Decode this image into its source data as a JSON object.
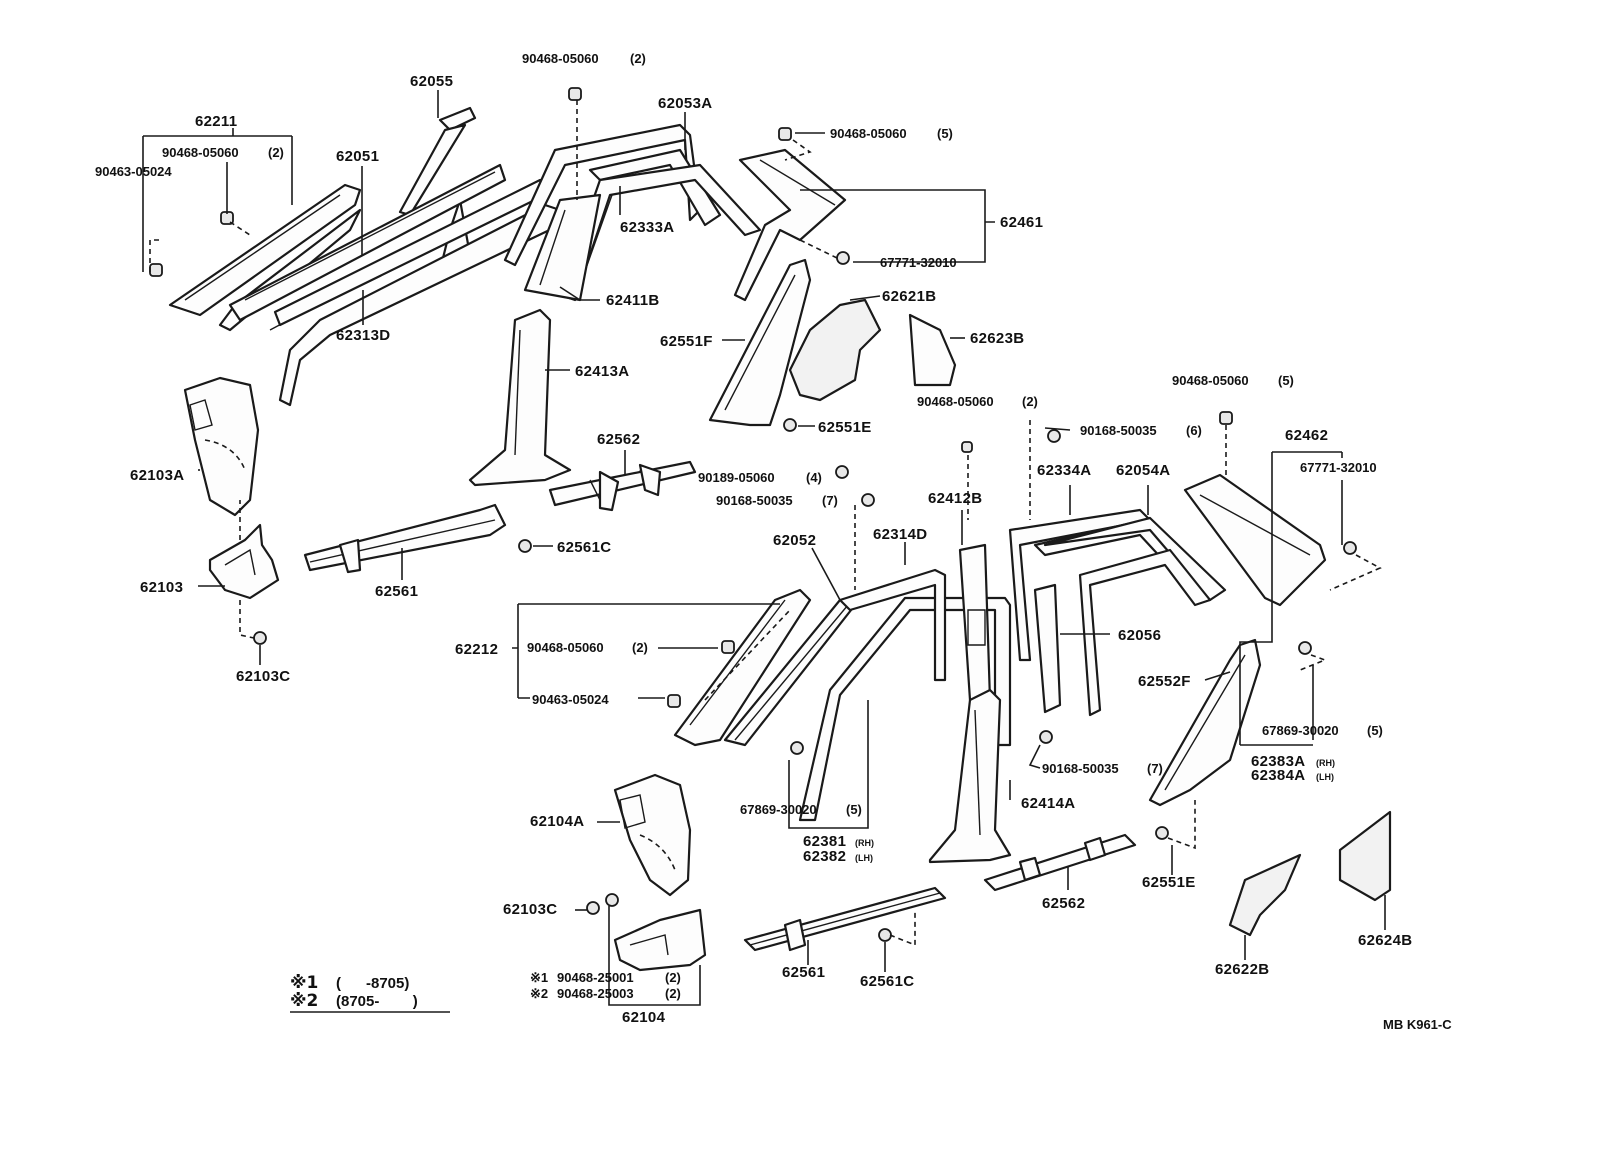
{
  "drawing_code": "MB K961-C",
  "labels": {
    "p62055": "62055",
    "p90468_top": "90468-05060",
    "p90468_top_qty": "(2)",
    "p62053A": "62053A",
    "p62211": "62211",
    "p90468_left": "90468-05060",
    "p90468_left_qty": "(2)",
    "p90463_left": "90463-05024",
    "p62051": "62051",
    "p62313D": "62313D",
    "p62333A": "62333A",
    "p62411B": "62411B",
    "p90468_right5": "90468-05060",
    "p90468_right5_qty": "(5)",
    "p62461": "62461",
    "p67771_a": "67771-32010",
    "p62621B": "62621B",
    "p62623B": "62623B",
    "p62551F": "62551F",
    "p62413A": "62413A",
    "p62551E_a": "62551E",
    "p62103A": "62103A",
    "p62562_a": "62562",
    "p90189": "90189-05060",
    "p90189_qty": "(4)",
    "p90168_a": "90168-50035",
    "p90168_a_qty": "(7)",
    "p62561C_a": "62561C",
    "p62103": "62103",
    "p62561_a": "62561",
    "p62103C_a": "62103C",
    "p90468_mid2": "90468-05060",
    "p90468_mid2_qty": "(2)",
    "p90168_b": "90168-50035",
    "p90168_b_qty": "(6)",
    "p90468_far5": "90468-05060",
    "p90468_far5_qty": "(5)",
    "p62334A": "62334A",
    "p62054A": "62054A",
    "p62462": "62462",
    "p67771_b": "67771-32010",
    "p62412B": "62412B",
    "p62052": "62052",
    "p62314D": "62314D",
    "p62212": "62212",
    "p90468_212": "90468-05060",
    "p90468_212_qty": "(2)",
    "p90463_212": "90463-05024",
    "p62056": "62056",
    "p62552F": "62552F",
    "p67869_b": "67869-30020",
    "p67869_b_qty": "(5)",
    "p62383A": "62383A",
    "p62383A_rh": "(RH)",
    "p62384A": "62384A",
    "p62384A_lh": "(LH)",
    "p90168_c": "90168-50035",
    "p90168_c_qty": "(7)",
    "p67869_a": "67869-30020",
    "p67869_a_qty": "(5)",
    "p62381": "62381",
    "p62381_rh": "(RH)",
    "p62382": "62382",
    "p62382_lh": "(LH)",
    "p62414A": "62414A",
    "p62104A": "62104A",
    "p62103C_b": "62103C",
    "p90468_25001": "90468-25001",
    "p90468_25001_qty": "(2)",
    "p90468_25003": "90468-25003",
    "p90468_25003_qty": "(2)",
    "p62104": "62104",
    "p62562_b": "62562",
    "p62561_b": "62561",
    "p62561C_b": "62561C",
    "p62551E_b": "62551E",
    "p62622B": "62622B",
    "p62624B": "62624B"
  },
  "notes": {
    "mark1": "※1",
    "mark2": "※2",
    "note1": "(      -8705)",
    "note2": "(8705-        )",
    "ref1": "※1",
    "ref2": "※2"
  }
}
